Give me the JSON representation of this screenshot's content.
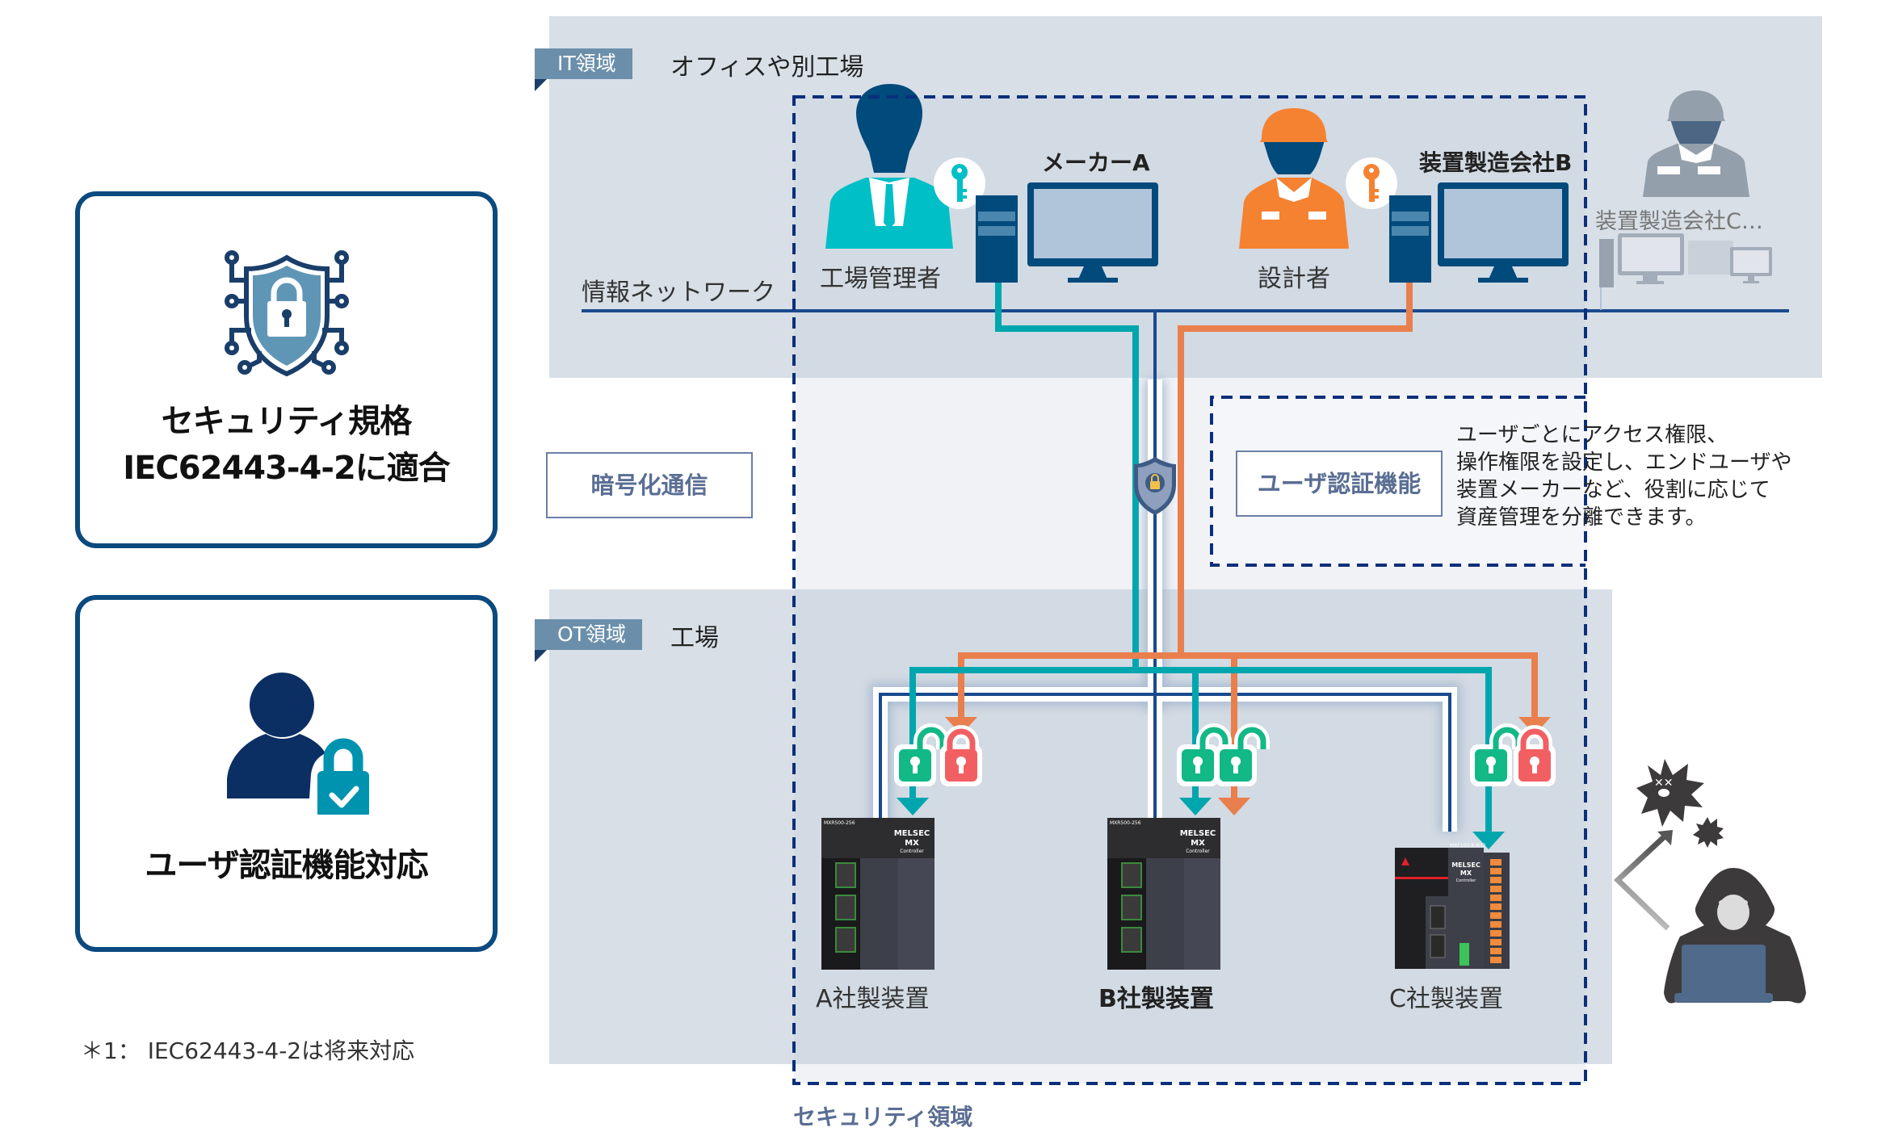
{
  "features": [
    {
      "title_lines": [
        "セキュリティ規格",
        "IEC62443-4-2に適合"
      ],
      "icon": "shield-lock-circuit-icon"
    },
    {
      "title_lines": [
        "ユーザ認証機能対応"
      ],
      "icon": "user-lock-check-icon"
    }
  ],
  "footnote": "＊1： IEC62443-4-2は将来対応",
  "it_zone": {
    "tag": "IT領域",
    "title": "オフィスや別工場"
  },
  "ot_zone": {
    "tag": "OT領域",
    "title": "工場"
  },
  "network_label": "情報ネットワーク",
  "actors": [
    {
      "name": "工場管理者",
      "company": "メーカーA",
      "color": "#00bfc6",
      "icon": "businessman-icon"
    },
    {
      "name": "設計者",
      "company": "装置製造会社B",
      "color": "#f58231",
      "icon": "engineer-icon"
    },
    {
      "name": "",
      "company": "装置製造会社C…",
      "color": "#909ca8",
      "icon": "engineer-gray-icon"
    }
  ],
  "encryption_label": "暗号化通信",
  "user_auth": {
    "label": "ユーザ認証機能",
    "description": [
      "ユーザごとにアクセス権限、",
      "操作権限を設定し、エンドユーザや",
      "装置メーカーなど、役割に応じて",
      "資産管理を分離できます。"
    ]
  },
  "devices": [
    {
      "label": "A社製装置",
      "bold": false,
      "model": "MXR500-256",
      "brand": "MELSEC",
      "series": "MX",
      "sub": "Controller"
    },
    {
      "label": "B社製装置",
      "bold": true,
      "model": "MXR500-256",
      "brand": "MELSEC",
      "series": "MX",
      "sub": "Controller"
    },
    {
      "label": "C社製装置",
      "bold": false,
      "model": "MXF100-8-N32",
      "brand": "MELSEC",
      "series": "MX",
      "sub": "Controller"
    }
  ],
  "security_zone_label": "セキュリティ領域",
  "colors": {
    "teal": "#00a6ae",
    "orange": "#e97f4c",
    "navy": "#1a4a8e",
    "lock_open": "#12b886",
    "lock_closed": "#f25f63",
    "band": "#d8dfe7"
  }
}
